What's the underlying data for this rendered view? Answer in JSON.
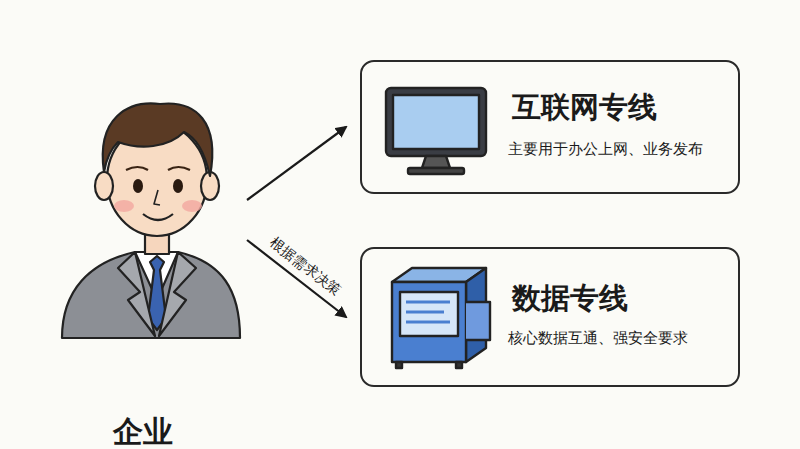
{
  "diagram": {
    "nodes": [
      {
        "text": [
          "企业"
        ]
      },
      {
        "text": [
          "互联网专线",
          "主要用于办公上网、业务发布"
        ]
      },
      {
        "text": [
          "数据专线",
          "核心数据互通、强安全要求"
        ]
      }
    ],
    "edges": [
      {
        "from": 0,
        "to": 1,
        "arrow": "to"
      },
      {
        "from": 0,
        "to": 2,
        "arrow": "to",
        "label": "根据需求决策"
      }
    ]
  }
}
